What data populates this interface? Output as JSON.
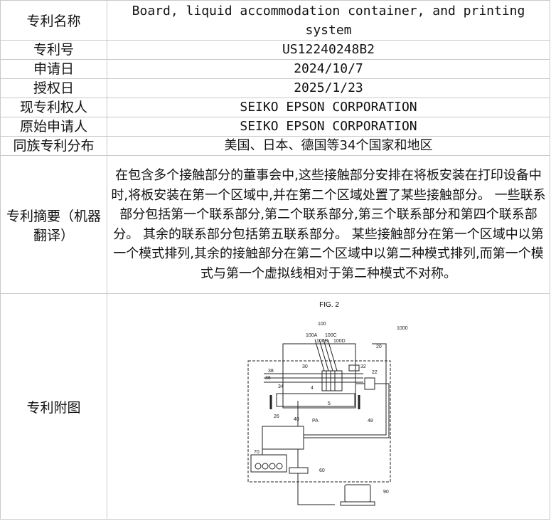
{
  "rows": {
    "title": {
      "label": "专利名称",
      "value": "Board, liquid accommodation container, and printing system"
    },
    "number": {
      "label": "专利号",
      "value": "US12240248B2"
    },
    "filing_date": {
      "label": "申请日",
      "value": "2024/10/7"
    },
    "grant_date": {
      "label": "授权日",
      "value": "2025/1/23"
    },
    "current_owner": {
      "label": "现专利权人",
      "value": "SEIKO EPSON CORPORATION"
    },
    "original_applicant": {
      "label": "原始申请人",
      "value": "SEIKO EPSON CORPORATION"
    },
    "family": {
      "label": "同族专利分布",
      "value": "美国、日本、德国等34个国家和地区"
    },
    "abstract": {
      "label": "专利摘要（机器翻译）",
      "value": "在包含多个接触部分的董事会中,这些接触部分安排在将板安装在打印设备中时,将板安装在第一个区域中,并在第二个区域处置了某些接触部分。 一些联系部分包括第一个联系部分,第二个联系部分,第三个联系部分和第四个联系部分。 其余的联系部分包括第五联系部分。 某些接触部分在第一个区域中以第一个模式排列,其余的接触部分在第二个区域中以第二种模式排列,而第一个模式与第一个虚拟线相对于第二种模式不对称。"
    },
    "figure": {
      "label": "专利附图"
    }
  },
  "figure": {
    "caption": "FIG. 2",
    "labels": {
      "l1000": "1000",
      "l100": "100",
      "l100A": "100A",
      "l100C": "100C",
      "l100B": "100B",
      "l100D": "100D",
      "l20": "20",
      "l30": "30",
      "l32": "32",
      "l22": "22",
      "l38": "38",
      "l36": "36",
      "l34": "34",
      "l4": "4",
      "l5": "5",
      "l26": "26",
      "lPA": "PA",
      "l40": "40",
      "l48": "48",
      "l70": "70",
      "l60": "60",
      "l90": "90"
    }
  }
}
